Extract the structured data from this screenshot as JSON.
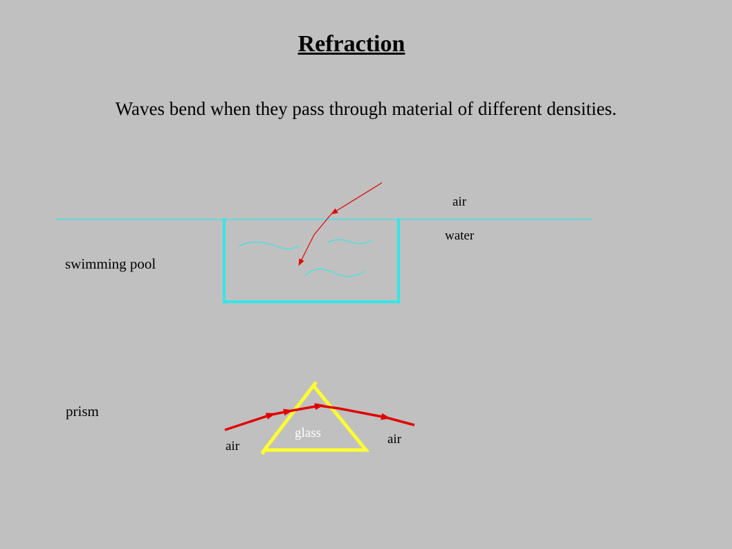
{
  "title": "Refraction",
  "subtitle": "Waves bend when they pass through material of different densities.",
  "pool": {
    "label": "swimming pool",
    "upper_medium": "air",
    "lower_medium": "water"
  },
  "prism": {
    "label": "prism",
    "left_medium": "air",
    "inner_medium": "glass",
    "right_medium": "air"
  },
  "colors": {
    "background": "#c0c0c0",
    "water": "#33e6e6",
    "ray": "#e00000",
    "prism_outline": "#ffff33"
  }
}
